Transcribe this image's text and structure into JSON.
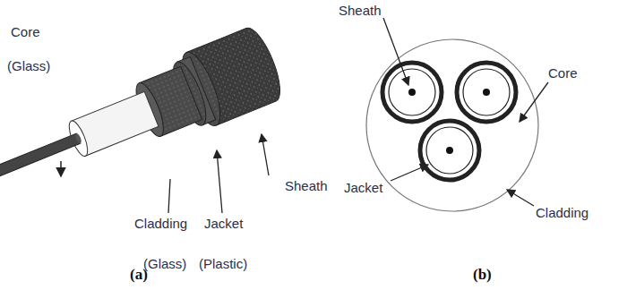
{
  "diagram": {
    "labels": [
      "Core",
      "(Glass)",
      "Cladding",
      "(Glass)",
      "Jacket",
      "(Plastic)",
      "Sheath",
      "(a)",
      "Sheath",
      "Core",
      "Jacket",
      "Cladding",
      "(b)"
    ]
  }
}
